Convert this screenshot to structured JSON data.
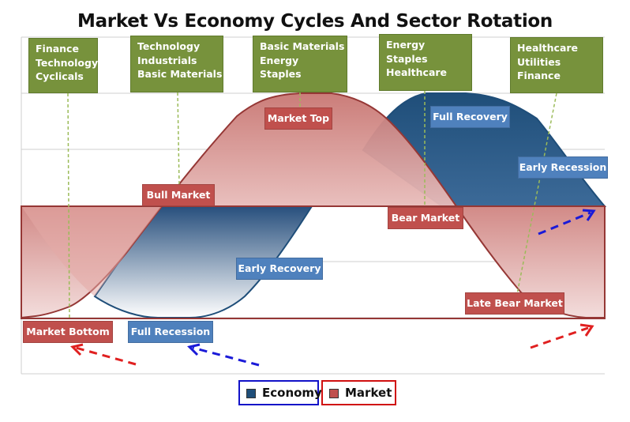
{
  "title": "Market Vs Economy Cycles And Sector Rotation",
  "colors": {
    "market": "#c0504d",
    "economy": "#1f4e79",
    "sector": "#77923c",
    "economy_tag": "#4f81bd"
  },
  "sectors": [
    {
      "lines": [
        "Finance",
        "Technology",
        "Cyclicals"
      ]
    },
    {
      "lines": [
        "Technology",
        "Industrials",
        "Basic Materials"
      ]
    },
    {
      "lines": [
        "Basic Materials",
        "Energy",
        "Staples"
      ]
    },
    {
      "lines": [
        "Energy",
        "Staples",
        "Healthcare"
      ]
    },
    {
      "lines": [
        "Healthcare",
        "Utilities",
        "Finance"
      ]
    }
  ],
  "market_phases": {
    "bottom": "Market Bottom",
    "bull": "Bull Market",
    "top": "Market Top",
    "bear": "Bear Market",
    "late_bear": "Late Bear Market"
  },
  "economy_phases": {
    "full_recession": "Full Recession",
    "early_recovery": "Early Recovery",
    "full_recovery": "Full Recovery",
    "early_recession": "Early Recession"
  },
  "legend": {
    "economy": "Economy",
    "market": "Market"
  }
}
